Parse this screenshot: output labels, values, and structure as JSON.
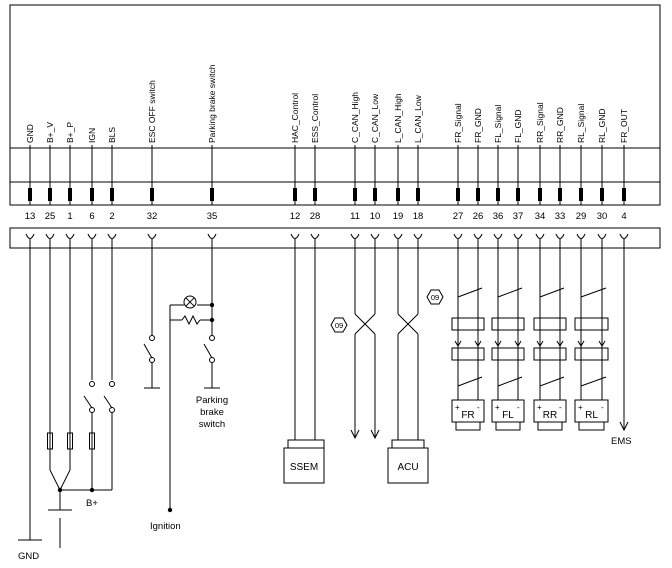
{
  "connector": {
    "pins": [
      {
        "label": "GND",
        "number": "13"
      },
      {
        "label": "B+_V",
        "number": "25"
      },
      {
        "label": "B+_P",
        "number": "1"
      },
      {
        "label": "IGN",
        "number": "6"
      },
      {
        "label": "BLS",
        "number": "2"
      },
      {
        "label": "ESC OFF switch",
        "number": "32"
      },
      {
        "label": "Parking brake switch",
        "number": "35"
      },
      {
        "label": "HAC_Control",
        "number": "12"
      },
      {
        "label": "ESS_Control",
        "number": "28"
      },
      {
        "label": "C_CAN_High",
        "number": "11"
      },
      {
        "label": "C_CAN_Low",
        "number": "10"
      },
      {
        "label": "L_CAN_High",
        "number": "19"
      },
      {
        "label": "L_CAN_Low",
        "number": "18"
      },
      {
        "label": "FR_Signal",
        "number": "27"
      },
      {
        "label": "FR_GND",
        "number": "26"
      },
      {
        "label": "FL_Signal",
        "number": "36"
      },
      {
        "label": "FL_GND",
        "number": "37"
      },
      {
        "label": "RR_Signal",
        "number": "34"
      },
      {
        "label": "RR_GND",
        "number": "33"
      },
      {
        "label": "RL_Signal",
        "number": "29"
      },
      {
        "label": "RL_GND",
        "number": "30"
      },
      {
        "label": "FR_OUT",
        "number": "4"
      }
    ]
  },
  "labels": {
    "gnd": "GND",
    "bplus": "B+",
    "ignition": "Ignition",
    "parking_brake_switch": [
      "Parking",
      "brake",
      "switch"
    ],
    "ems": "EMS"
  },
  "boxes": {
    "ssem": "SSEM",
    "acu": "ACU",
    "fr": "FR",
    "fl": "FL",
    "rr": "RR",
    "rl": "RL",
    "plus": "+",
    "minus": "-"
  },
  "badges": {
    "can_twist": "09",
    "sensor_twist": "09"
  }
}
